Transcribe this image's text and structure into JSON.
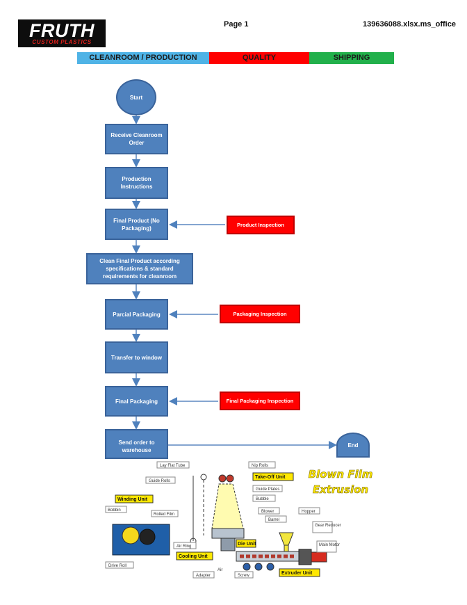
{
  "header": {
    "logo_name": "FRUTH",
    "logo_sub": "CUSTOM PLASTICS",
    "page_label": "Page 1",
    "file_name": "139636088.xlsx.ms_office"
  },
  "bands": {
    "cleanroom": "CLEANROOM / PRODUCTION",
    "quality": "QUALITY",
    "shipping": "SHIPPING",
    "colors": {
      "cleanroom": "#4fb3e6",
      "quality": "#ff0000",
      "shipping": "#22b04b"
    }
  },
  "flow": {
    "start": "Start",
    "receive": "Receive Cleanroom Order",
    "production": "Production Instructions",
    "final_product": "Final Product (No Packaging)",
    "clean": "Clean Final Product according specifications & standard requirements for cleanroom",
    "parcial": "Parcial Packaging",
    "transfer": "Transfer to window",
    "final_packaging": "Final Packaging",
    "send": "Send order  to warehouse",
    "end": "End",
    "product_inspection": "Product Inspection",
    "packaging_inspection": "Packaging Inspection",
    "final_packaging_inspection": "Final Packaging Inspection"
  },
  "diagram": {
    "title_1": "Blown Film",
    "title_2": "Extrusion",
    "lay_flat_tube": "Lay Flat Tube",
    "nip_rolls": "Nip Rolls",
    "take_off_unit": "Take-Off Unit",
    "guide_rolls": "Guide Rolls",
    "guide_plates": "Guide Plates",
    "bubble": "Bubble",
    "winding_unit": "Winding Unit",
    "bobbin": "Bobbin",
    "rolled_film": "Rolled Film",
    "blower": "Blower",
    "barrel": "Barrel",
    "hopper": "Hopper",
    "gear_reducer": "Gear Reducer",
    "main_motor": "Main Motor",
    "air_ring": "Air Ring",
    "die_unit": "Die Unit",
    "cooling_unit": "Cooling Unit",
    "drive_roll": "Drive Roll",
    "adapter": "Adapter",
    "air": "Air",
    "screw": "Screw",
    "extruder_unit": "Extruder Unit"
  }
}
